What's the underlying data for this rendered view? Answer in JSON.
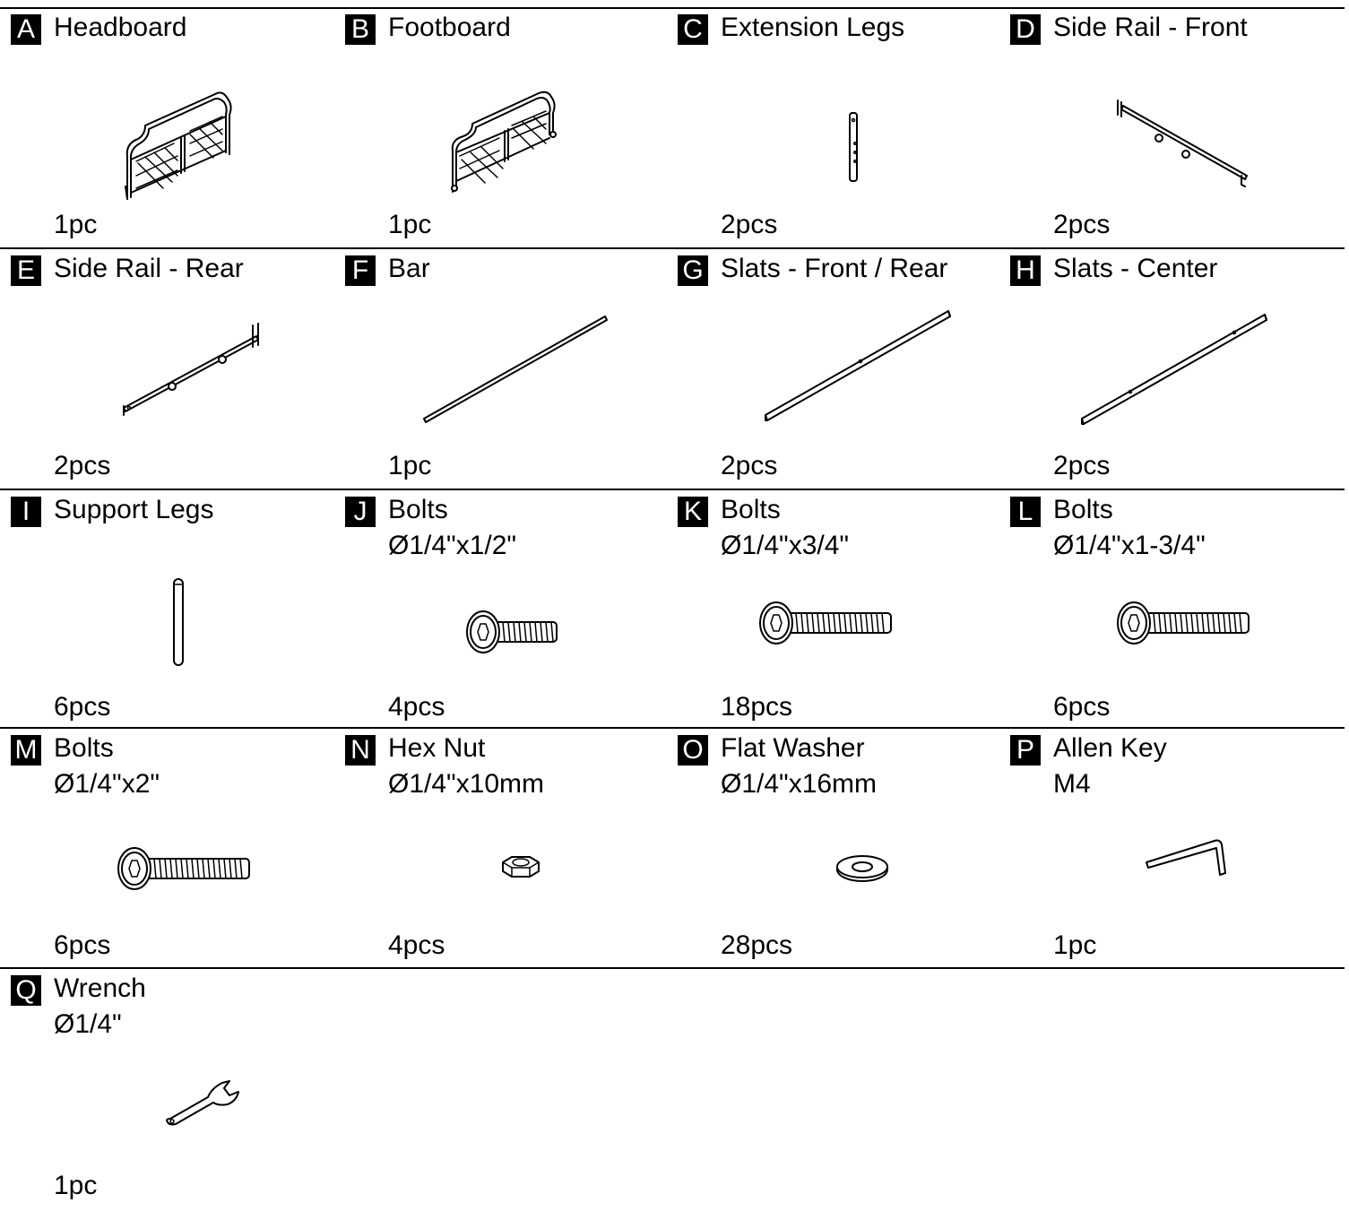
{
  "parts": [
    {
      "letter": "A",
      "name": "Headboard",
      "spec": "",
      "qty": "1pc",
      "icon": "headboard-icon"
    },
    {
      "letter": "B",
      "name": "Footboard",
      "spec": "",
      "qty": "1pc",
      "icon": "footboard-icon"
    },
    {
      "letter": "C",
      "name": "Extension Legs",
      "spec": "",
      "qty": "2pcs",
      "icon": "extension-leg-icon"
    },
    {
      "letter": "D",
      "name": "Side Rail - Front",
      "spec": "",
      "qty": "2pcs",
      "icon": "side-rail-front-icon"
    },
    {
      "letter": "E",
      "name": "Side Rail - Rear",
      "spec": "",
      "qty": "2pcs",
      "icon": "side-rail-rear-icon"
    },
    {
      "letter": "F",
      "name": "Bar",
      "spec": "",
      "qty": "1pc",
      "icon": "bar-icon"
    },
    {
      "letter": "G",
      "name": "Slats - Front / Rear",
      "spec": "",
      "qty": "2pcs",
      "icon": "slat-front-rear-icon"
    },
    {
      "letter": "H",
      "name": "Slats - Center",
      "spec": "",
      "qty": "2pcs",
      "icon": "slat-center-icon"
    },
    {
      "letter": "I",
      "name": "Support Legs",
      "spec": "",
      "qty": "6pcs",
      "icon": "support-leg-icon"
    },
    {
      "letter": "J",
      "name": "Bolts",
      "spec": "Ø1/4\"x1/2\"",
      "qty": "4pcs",
      "icon": "bolt-short-icon"
    },
    {
      "letter": "K",
      "name": "Bolts",
      "spec": "Ø1/4\"x3/4\"",
      "qty": "18pcs",
      "icon": "bolt-medium-icon"
    },
    {
      "letter": "L",
      "name": "Bolts",
      "spec": "Ø1/4\"x1-3/4\"",
      "qty": "6pcs",
      "icon": "bolt-long-icon"
    },
    {
      "letter": "M",
      "name": "Bolts",
      "spec": "Ø1/4\"x2\"",
      "qty": "6pcs",
      "icon": "bolt-longest-icon"
    },
    {
      "letter": "N",
      "name": "Hex Nut",
      "spec": "Ø1/4\"x10mm",
      "qty": "4pcs",
      "icon": "hex-nut-icon"
    },
    {
      "letter": "O",
      "name": "Flat Washer",
      "spec": "Ø1/4\"x16mm",
      "qty": "28pcs",
      "icon": "flat-washer-icon"
    },
    {
      "letter": "P",
      "name": "Allen Key",
      "spec": "M4",
      "qty": "1pc",
      "icon": "allen-key-icon"
    },
    {
      "letter": "Q",
      "name": "Wrench",
      "spec": "Ø1/4\"",
      "qty": "1pc",
      "icon": "wrench-icon"
    }
  ]
}
